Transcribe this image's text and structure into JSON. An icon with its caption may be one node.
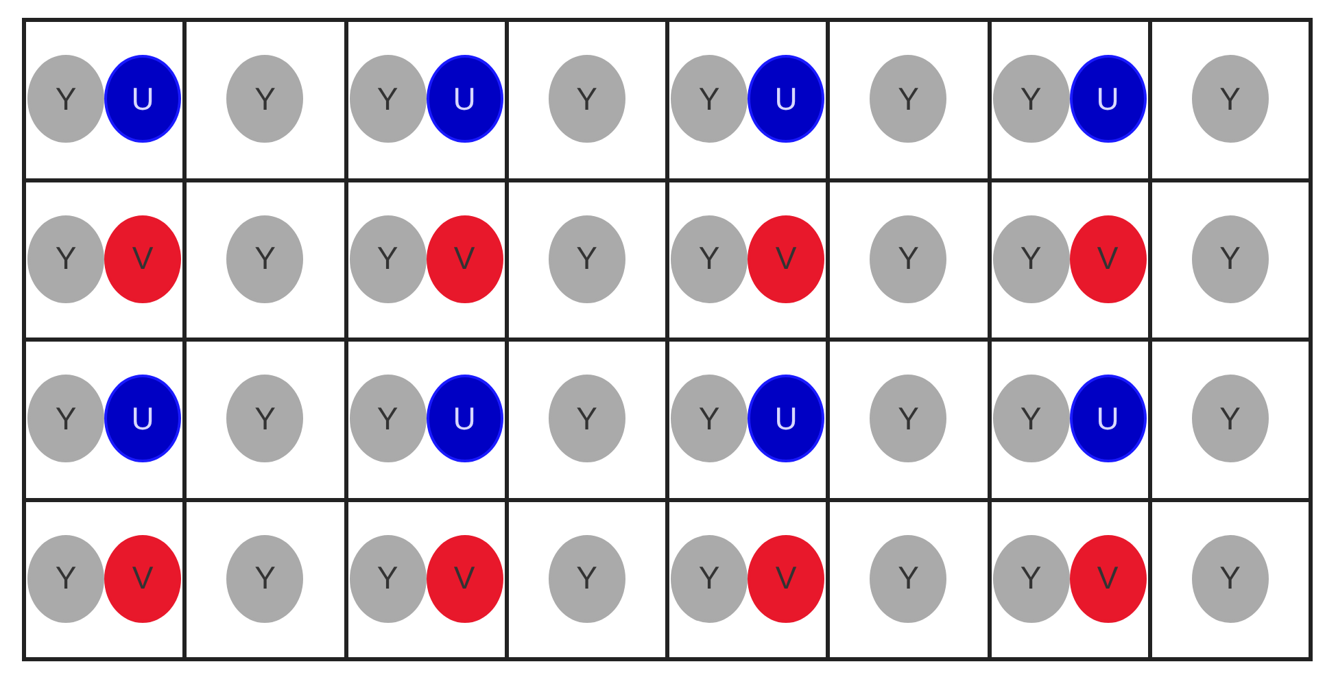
{
  "diagram": {
    "nodes": [
      {
        "text": [],
        "shape": "box"
      },
      {
        "text": [
          "Y"
        ],
        "in": 0
      },
      {
        "text": [
          "U"
        ],
        "in": 0
      },
      {
        "text": [],
        "shape": "box"
      },
      {
        "text": [
          "Y"
        ],
        "in": 3
      },
      {
        "text": [],
        "shape": "box"
      },
      {
        "text": [
          "Y"
        ],
        "in": 5
      },
      {
        "text": [
          "U"
        ],
        "in": 5
      },
      {
        "text": [],
        "shape": "box"
      },
      {
        "text": [
          "Y"
        ],
        "in": 8
      },
      {
        "text": [],
        "shape": "box"
      },
      {
        "text": [
          "Y"
        ],
        "in": 10
      },
      {
        "text": [
          "U"
        ],
        "in": 10
      },
      {
        "text": [],
        "shape": "box"
      },
      {
        "text": [
          "Y"
        ],
        "in": 13
      },
      {
        "text": [],
        "shape": "box"
      },
      {
        "text": [
          "Y"
        ],
        "in": 15
      },
      {
        "text": [
          "U"
        ],
        "in": 15
      },
      {
        "text": [],
        "shape": "box"
      },
      {
        "text": [
          "Y"
        ],
        "in": 18
      },
      {
        "text": [],
        "shape": "box"
      },
      {
        "text": [
          "Y"
        ],
        "in": 20
      },
      {
        "text": [
          "V"
        ],
        "in": 20
      },
      {
        "text": [],
        "shape": "box"
      },
      {
        "text": [
          "Y"
        ],
        "in": 23
      },
      {
        "text": [],
        "shape": "box"
      },
      {
        "text": [
          "Y"
        ],
        "in": 25
      },
      {
        "text": [
          "V"
        ],
        "in": 25
      },
      {
        "text": [],
        "shape": "box"
      },
      {
        "text": [
          "Y"
        ],
        "in": 28
      },
      {
        "text": [],
        "shape": "box"
      },
      {
        "text": [
          "Y"
        ],
        "in": 30
      },
      {
        "text": [
          "V"
        ],
        "in": 30
      },
      {
        "text": [],
        "shape": "box"
      },
      {
        "text": [
          "Y"
        ],
        "in": 33
      },
      {
        "text": [],
        "shape": "box"
      },
      {
        "text": [
          "Y"
        ],
        "in": 35
      },
      {
        "text": [
          "V"
        ],
        "in": 35
      },
      {
        "text": [],
        "shape": "box"
      },
      {
        "text": [
          "Y"
        ],
        "in": 38
      },
      {
        "text": [],
        "shape": "box"
      },
      {
        "text": [
          "Y"
        ],
        "in": 40
      },
      {
        "text": [
          "U"
        ],
        "in": 40
      },
      {
        "text": [],
        "shape": "box"
      },
      {
        "text": [
          "Y"
        ],
        "in": 43
      },
      {
        "text": [],
        "shape": "box"
      },
      {
        "text": [
          "Y"
        ],
        "in": 45
      },
      {
        "text": [
          "U"
        ],
        "in": 45
      },
      {
        "text": [],
        "shape": "box"
      },
      {
        "text": [
          "Y"
        ],
        "in": 48
      },
      {
        "text": [],
        "shape": "box"
      },
      {
        "text": [
          "Y"
        ],
        "in": 50
      },
      {
        "text": [
          "U"
        ],
        "in": 50
      },
      {
        "text": [],
        "shape": "box"
      },
      {
        "text": [
          "Y"
        ],
        "in": 53
      },
      {
        "text": [],
        "shape": "box"
      },
      {
        "text": [
          "Y"
        ],
        "in": 55
      },
      {
        "text": [
          "U"
        ],
        "in": 55
      },
      {
        "text": [],
        "shape": "box"
      },
      {
        "text": [
          "Y"
        ],
        "in": 58
      },
      {
        "text": [],
        "shape": "box"
      },
      {
        "text": [
          "Y"
        ],
        "in": 60
      },
      {
        "text": [
          "V"
        ],
        "in": 60
      },
      {
        "text": [],
        "shape": "box"
      },
      {
        "text": [
          "Y"
        ],
        "in": 63
      },
      {
        "text": [],
        "shape": "box"
      },
      {
        "text": [
          "Y"
        ],
        "in": 65
      },
      {
        "text": [
          "V"
        ],
        "in": 65
      },
      {
        "text": [],
        "shape": "box"
      },
      {
        "text": [
          "Y"
        ],
        "in": 68
      },
      {
        "text": [],
        "shape": "box"
      },
      {
        "text": [
          "Y"
        ],
        "in": 70
      },
      {
        "text": [
          "V"
        ],
        "in": 70
      },
      {
        "text": [],
        "shape": "box"
      },
      {
        "text": [
          "Y"
        ],
        "in": 73
      },
      {
        "text": [],
        "shape": "box"
      },
      {
        "text": [
          "Y"
        ],
        "in": 75
      },
      {
        "text": [
          "V"
        ],
        "in": 75
      },
      {
        "text": [],
        "shape": "box"
      },
      {
        "text": [
          "Y"
        ],
        "in": 78
      }
    ]
  }
}
